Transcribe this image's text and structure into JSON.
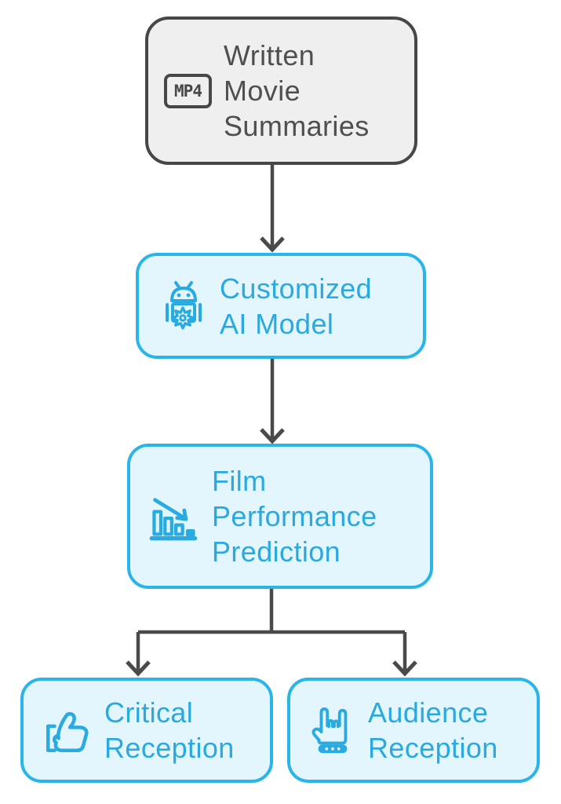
{
  "diagram": {
    "type": "flowchart",
    "colors": {
      "accent": "#29abe2",
      "accent_border": "#29b5e8",
      "blue_fill": "#e3f6fd",
      "gray_fill": "#efefef",
      "dark": "#474747",
      "arrow": "#4a4a4a",
      "background": "#ffffff"
    },
    "nodes": [
      {
        "id": "written-movie-summaries",
        "label": "Written Movie Summaries",
        "lines": [
          "Written",
          "Movie",
          "Summaries"
        ],
        "icon": "mp4-file-icon",
        "badge_text": "MP4",
        "style": "gray"
      },
      {
        "id": "customized-ai-model",
        "label": "Customized AI Model",
        "lines": [
          "Customized",
          "AI Model"
        ],
        "icon": "ai-robot-gear-icon",
        "style": "blue"
      },
      {
        "id": "film-performance-prediction",
        "label": "Film Performance Prediction",
        "lines": [
          "Film",
          "Performance",
          "Prediction"
        ],
        "icon": "declining-bar-chart-icon",
        "style": "blue"
      },
      {
        "id": "critical-reception",
        "label": "Critical Reception",
        "lines": [
          "Critical",
          "Reception"
        ],
        "icon": "thumbs-up-icon",
        "style": "blue"
      },
      {
        "id": "audience-reception",
        "label": "Audience Reception",
        "lines": [
          "Audience",
          "Reception"
        ],
        "icon": "rock-hand-icon",
        "style": "blue"
      }
    ],
    "edges": [
      {
        "from": "written-movie-summaries",
        "to": "customized-ai-model"
      },
      {
        "from": "customized-ai-model",
        "to": "film-performance-prediction"
      },
      {
        "from": "film-performance-prediction",
        "to": "critical-reception"
      },
      {
        "from": "film-performance-prediction",
        "to": "audience-reception"
      }
    ]
  }
}
